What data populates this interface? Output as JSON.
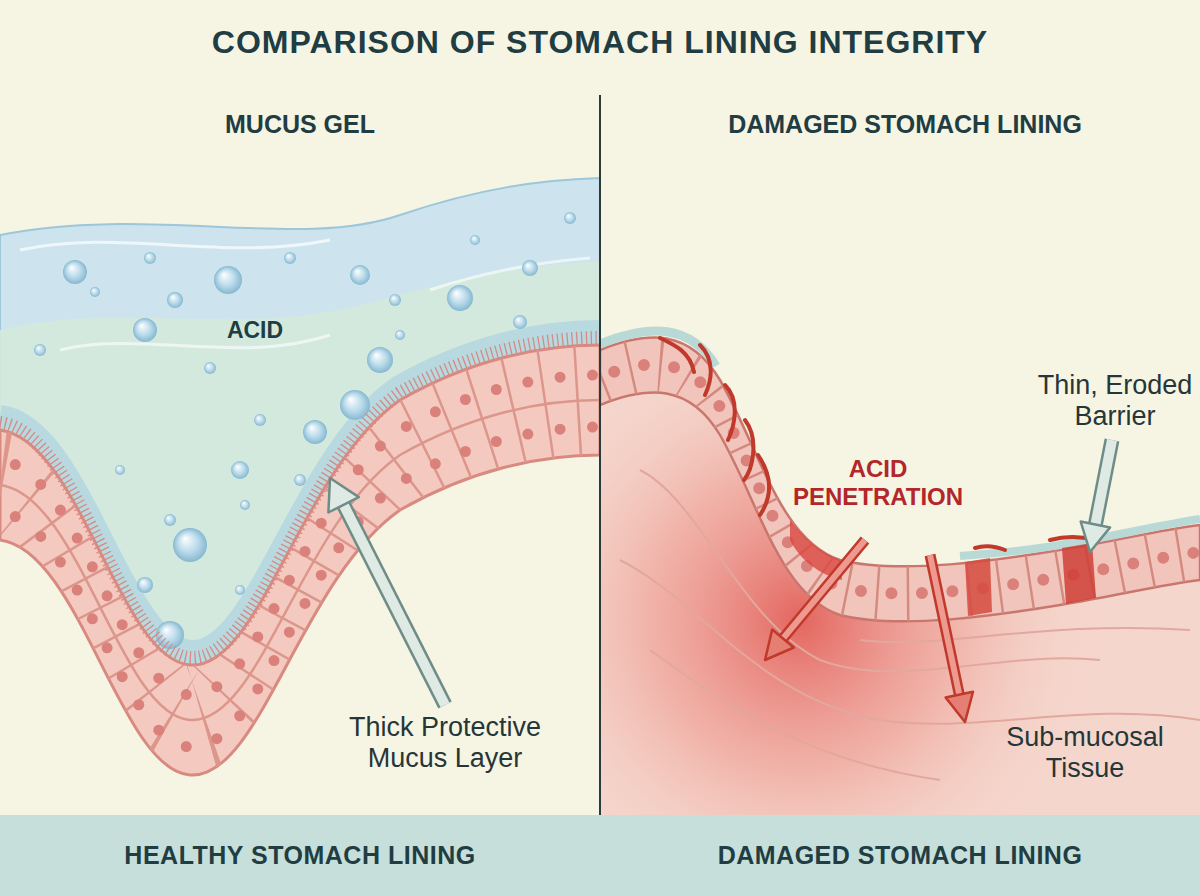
{
  "diagram": {
    "title": "COMPARISON OF STOMACH LINING INTEGRITY",
    "nodes": [
      {
        "text": [
          "HEALTHY STOMACH LINING"
        ]
      },
      {
        "text": [
          "DAMAGED STOMACH LINING"
        ]
      }
    ],
    "labels": [
      "MUCUS GEL",
      "DAMAGED STOMACH LINING",
      "ACID",
      "Thick Protective Mucus Layer",
      "ACID PENETRATION",
      "Thin, Eroded Barrier",
      "Sub-mucosal Tissue"
    ]
  }
}
